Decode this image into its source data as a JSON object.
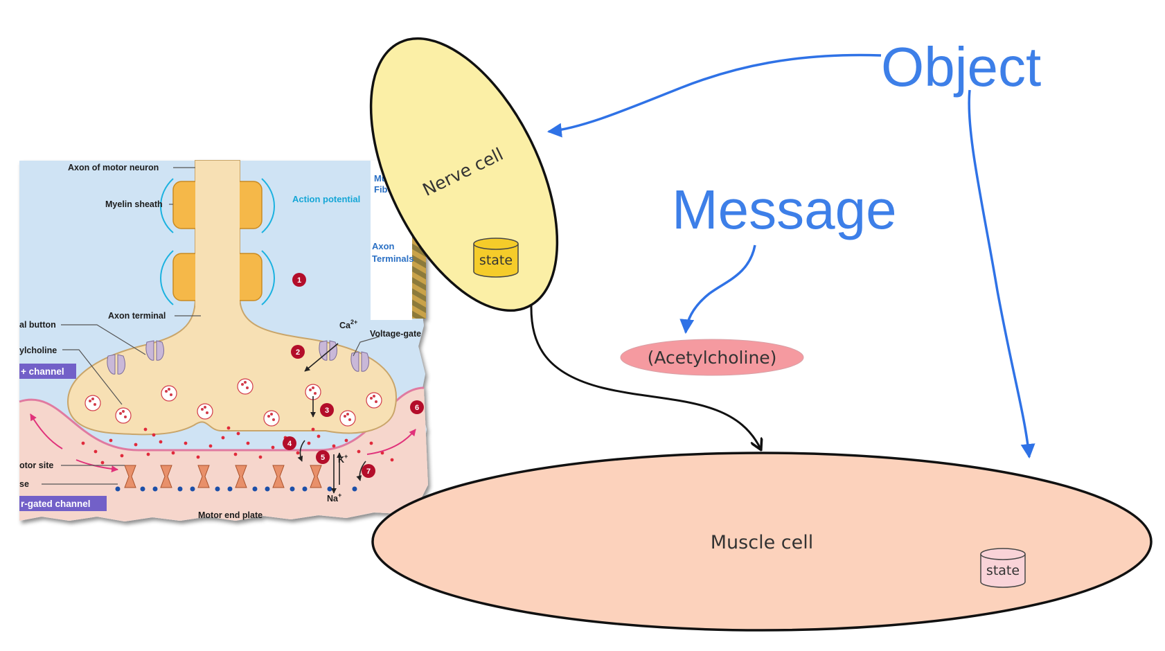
{
  "callouts": {
    "object": "Object",
    "message": "Message"
  },
  "cells": {
    "nerve": "Nerve cell",
    "muscle": "Muscle cell",
    "nerve_state": "state",
    "muscle_state": "state"
  },
  "signal": "(Acetylcholine)",
  "synapse_figure": {
    "labels": {
      "axon_motor_neuron": "Axon of motor neuron",
      "myelin_sheath": "Myelin sheath",
      "action_potential": "Action potential",
      "axon_terminal": "Axon terminal",
      "synaptic_button": "al button",
      "acetylcholine": "ylcholine",
      "channel_top": "+ channel",
      "voltage_gated": "Voltage-gate",
      "ca": "Ca",
      "ca_sup": "2+",
      "k": "K",
      "k_sup": "+",
      "na": "Na",
      "na_sup": "+",
      "receptor_site": "otor site",
      "se": "se",
      "chemically_gated": "r-gated channel",
      "motor_end_plate": "Motor end plate",
      "muscle_fiber_1": "Mus",
      "muscle_fiber_2": "Fiber",
      "axon_terminals_1": "Axon",
      "axon_terminals_2": "Terminals"
    },
    "steps": [
      "1",
      "2",
      "3",
      "4",
      "5",
      "6",
      "7"
    ]
  },
  "colors": {
    "blue_annotation": "#3d7fe8",
    "nerve_fill": "#fbefa6",
    "muscle_fill": "#fcd2bc",
    "acetylcholine_fill": "#f59aa0",
    "nerve_state_fill": "#f5cc2a",
    "muscle_state_fill": "#f9d3d8"
  }
}
